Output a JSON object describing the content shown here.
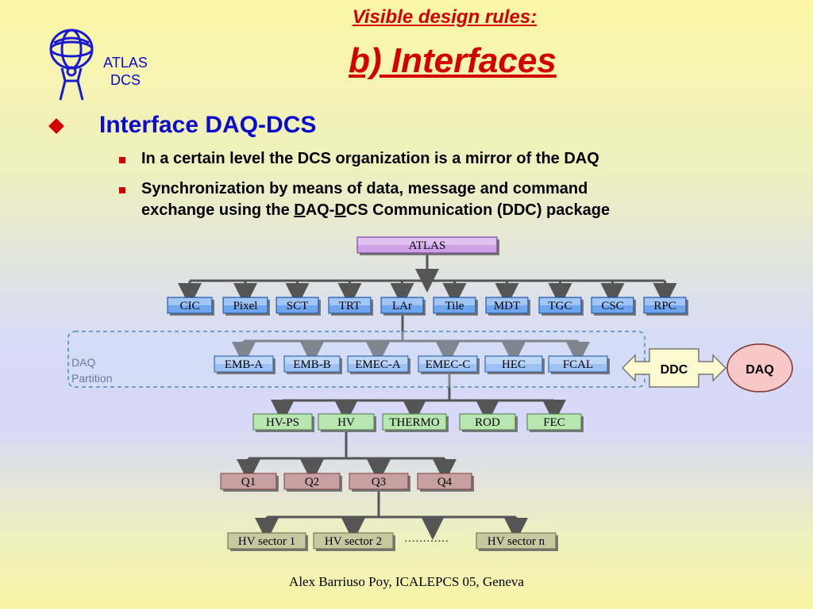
{
  "header": {
    "logo_text_line1": "ATLAS",
    "logo_text_line2": "DCS",
    "title_small": "Visible design rules:",
    "title_main": "b) Interfaces"
  },
  "content": {
    "heading": "Interface DAQ-DCS",
    "bullet1": "In a certain level the DCS organization is a mirror of the DAQ",
    "bullet2_line1": "Synchronization by means of data, message and command",
    "bullet2_line2_a": "exchange using the ",
    "bullet2_line2_b": "D",
    "bullet2_line2_c": "AQ-",
    "bullet2_line2_d": "D",
    "bullet2_line2_e": "CS Communication (DDC) package"
  },
  "diagram": {
    "root": "ATLAS",
    "level1": [
      "CIC",
      "Pixel",
      "SCT",
      "TRT",
      "LAr",
      "Tile",
      "MDT",
      "TGC",
      "CSC",
      "RPC"
    ],
    "partition_label_line1": "DAQ",
    "partition_label_line2": "Partition",
    "level2": [
      "EMB-A",
      "EMB-B",
      "EMEC-A",
      "EMEC-C",
      "HEC",
      "FCAL"
    ],
    "level3": [
      "HV-PS",
      "HV",
      "THERMO",
      "ROD",
      "FEC"
    ],
    "level4": [
      "Q1",
      "Q2",
      "Q3",
      "Q4"
    ],
    "level5": [
      "HV sector 1",
      "HV sector 2",
      "HV sector n"
    ],
    "ellipsis": "…………",
    "ddc": "DDC",
    "daq": "DAQ",
    "colors": {
      "root_fill": "#cfa0e6",
      "level1_fill": "#6fa6f0",
      "level2_fill": "#9cc2f5",
      "level3_fill": "#b8e6b0",
      "level4_fill": "#c7a0a0",
      "level5_fill": "#c8c8a0",
      "daq_fill": "#f8c8c8",
      "connector": "#555555"
    }
  },
  "footer": {
    "text": "Alex Barriuso Poy, ICALEPCS 05, Geneva"
  }
}
